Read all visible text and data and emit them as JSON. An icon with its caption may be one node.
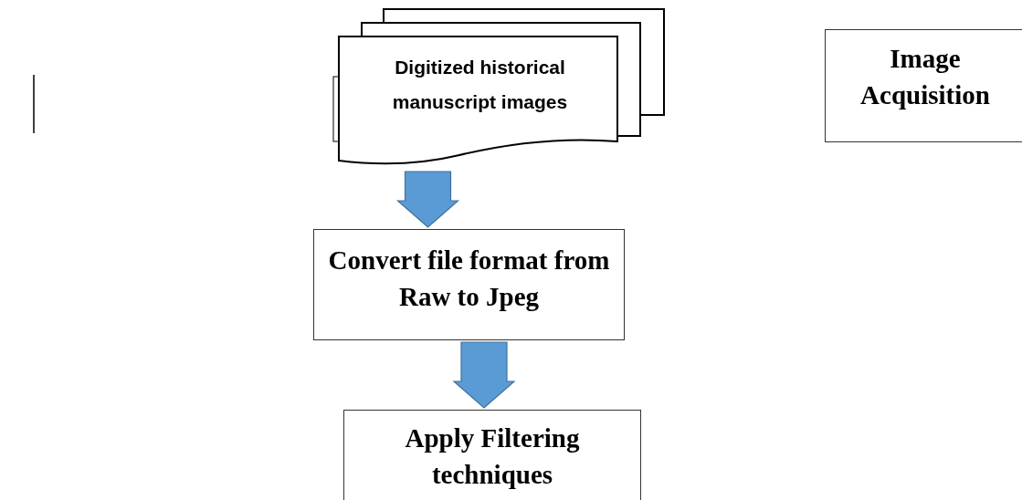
{
  "diagram": {
    "nodes": [
      {
        "text": [
          "Digitized historical manuscript images"
        ]
      },
      {
        "text": [
          "Convert file format from Raw to Jpeg"
        ]
      },
      {
        "text": [
          "Apply Filtering techniques"
        ]
      },
      {
        "text": [
          "Image Acquisition"
        ]
      }
    ],
    "edges": [
      {
        "from": 0,
        "to": 1,
        "arrow": "to"
      },
      {
        "from": 1,
        "to": 2,
        "arrow": "to"
      }
    ]
  }
}
